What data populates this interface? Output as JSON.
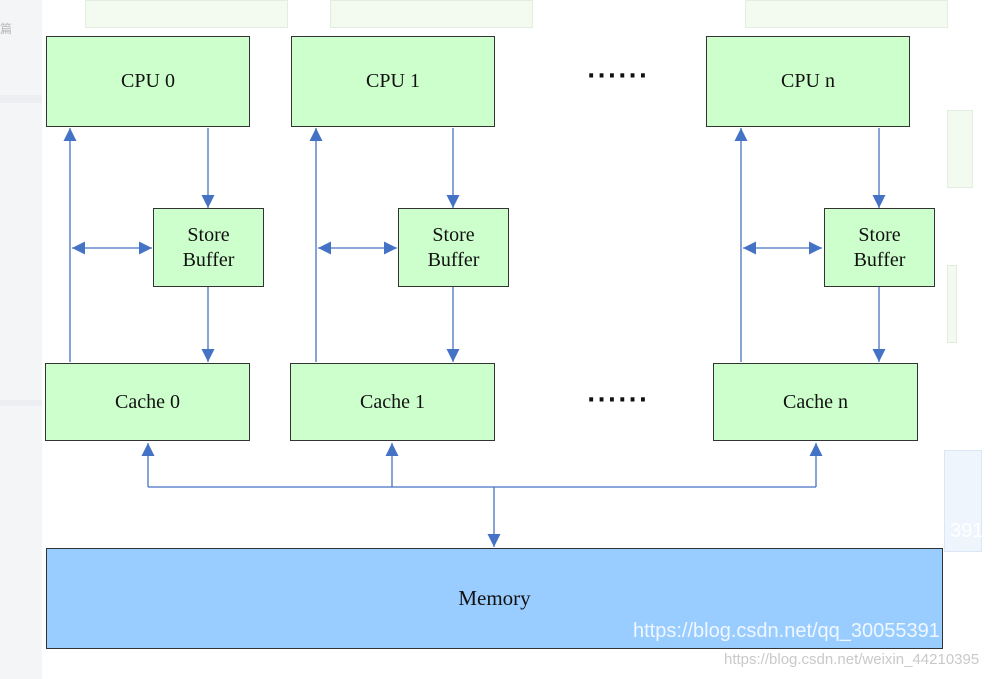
{
  "diagram": {
    "cpus": [
      {
        "label": "CPU 0"
      },
      {
        "label": "CPU 1"
      },
      {
        "label": "CPU n"
      }
    ],
    "store_buffers": [
      {
        "line1": "Store",
        "line2": "Buffer"
      },
      {
        "line1": "Store",
        "line2": "Buffer"
      },
      {
        "line1": "Store",
        "line2": "Buffer"
      }
    ],
    "caches": [
      {
        "label": "Cache 0"
      },
      {
        "label": "Cache 1"
      },
      {
        "label": "Cache n"
      }
    ],
    "memory": {
      "label": "Memory"
    },
    "ellipsis": "······"
  },
  "watermarks": {
    "primary": "https://blog.csdn.net/qq_30055391",
    "secondary": "https://blog.csdn.net/weixin_44210395"
  },
  "left_strip": {
    "text": "篇"
  },
  "background_fragment_text": "391",
  "colors": {
    "box_fill": "#ccffcc",
    "memory_fill": "#99ccff",
    "arrow": "#4472c4",
    "border": "#333333"
  }
}
